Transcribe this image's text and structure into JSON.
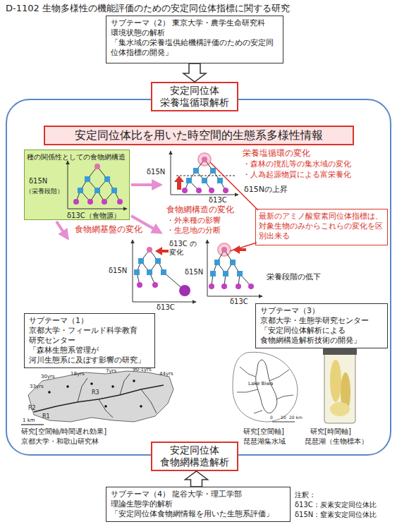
{
  "diagram": {
    "title": "D-1102 生物多様性の機能評価のための安定同位体指標に関する研究",
    "nodes": [
      {
        "text": [
          "サブテーマ（2） 東京大学・農学生命研究科",
          "環境状態の解析",
          "「集水域の栄養塩供給機構評価のための安定同位体指標の開発」"
        ]
      },
      {
        "text": [
          "安定同位体 栄養塩循環解析"
        ]
      },
      {
        "text": [
          "安定同位体比を用いた時空間的生態系多様性情報"
        ]
      },
      {
        "text": [
          "種の関係性としての食物網構造",
          "δ15N",
          "（栄養段階）",
          "δ13C（食物源）"
        ],
        "in": 2
      },
      {
        "text": [
          "最新のアミノ酸窒素同位体指標は、対象生物のみからこれらの変化を区別出来る"
        ],
        "in": 2
      },
      {
        "text": [
          "サブテーマ（3）",
          "京都大学・生態学研究センター",
          "「安定同位体解析による 食物網構造解析技術の開発」"
        ],
        "in": 2
      },
      {
        "text": [
          "サブテーマ（1）",
          "京都大学・フィールド科学教育 研究センター",
          "「森林生態系管理が 河川生態系に及ぼす影響の研究」"
        ],
        "in": 2
      },
      {
        "text": [
          "安定同位体 食物網構造解析"
        ]
      },
      {
        "text": [
          "サブテーマ（4） 龍谷大学・理工学部",
          "理論生態学的解析",
          "「安定同位体食物網情報を用いた生態系評価」"
        ]
      }
    ],
    "edges": [
      {
        "from": 0,
        "to": 1,
        "arrow": "to"
      },
      {
        "from": 8,
        "to": 7,
        "arrow": "to"
      }
    ],
    "labels": [
      "栄養塩循環の変化",
      "・森林の撹乱等の集水域の変化",
      "・人為起源物質による富栄養化",
      "δ15N",
      "δ13C",
      "δ15Nの上昇",
      "食物網構造の変化",
      "・外来種の影響",
      "・生息地の分断",
      "食物網基盤の変化",
      "δ13C の変化",
      "δ15N",
      "δ13C",
      "δ15N",
      "δ13C",
      "栄養段階の低下",
      "30yrs",
      "18yrs",
      "7yrs",
      "90-1yrs",
      "44yrs",
      "33yrs",
      "R1",
      "R2",
      "R3",
      "1 km",
      "Lake Biwa",
      "0",
      "10",
      "20 km",
      "研究[空間軸/時間遅れ効果]",
      "京都大学・和歌山研究林",
      "研究[空間軸]",
      "琵琶湖集水域",
      "研究[時間軸]",
      "琵琶湖（生物標本）",
      "注釈：",
      "δ13C：炭素安定同位体比",
      "δ15N：窒素安定同位体比"
    ]
  }
}
